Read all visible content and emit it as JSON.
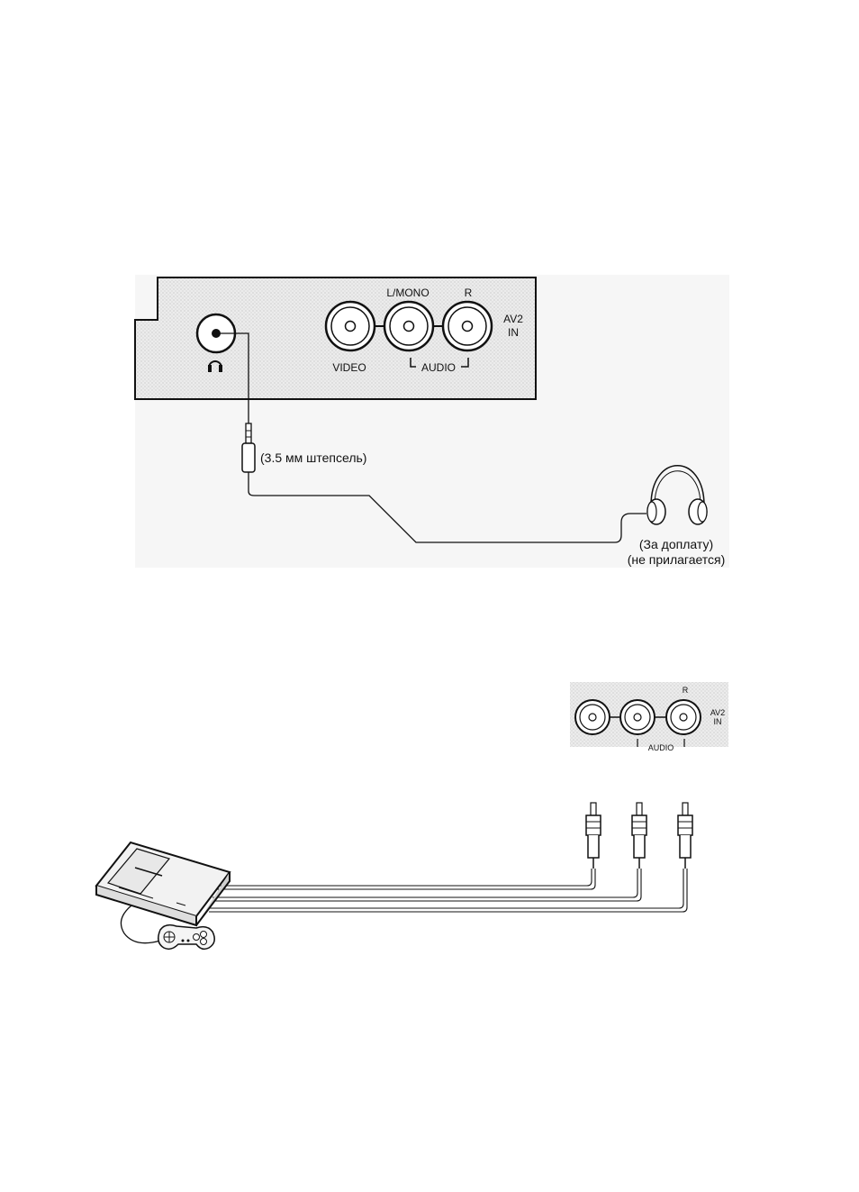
{
  "figure_1": {
    "panel": {
      "label_lmono": "L/MONO",
      "label_r": "R",
      "label_av2_line1": "AV2",
      "label_av2_line2": "IN",
      "label_video": "VIDEO",
      "label_audio": "AUDIO",
      "headphone_jack_symbol": "headphone-icon"
    },
    "plug_caption": "(3.5 мм штепсель)",
    "headphones_caption_line1": "(За доплату)",
    "headphones_caption_line2": "(не прилагается)"
  },
  "figure_2": {
    "panel": {
      "label_r": "R",
      "label_av2_line1": "AV2",
      "label_av2_line2": "IN",
      "label_audio": "AUDIO"
    },
    "device_icons": [
      "game-console-icon",
      "gamepad-icon",
      "rca-plug-icon"
    ]
  },
  "colors": {
    "line": "#111111",
    "panel_fill": "#e6e6e6",
    "background": "#ffffff"
  }
}
